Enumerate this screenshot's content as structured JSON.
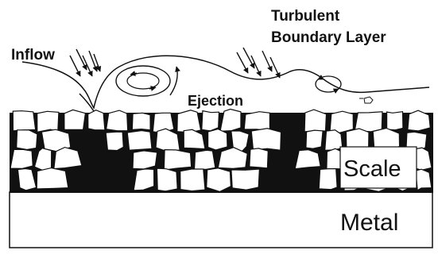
{
  "labels": {
    "inflow": "Inflow",
    "turbulent_line1": "Turbulent",
    "turbulent_line2": "Boundary Layer",
    "ejection": "Ejection",
    "scale": "Scale",
    "metal": "Metal"
  },
  "colors": {
    "ink": "#111111",
    "background": "#ffffff"
  }
}
